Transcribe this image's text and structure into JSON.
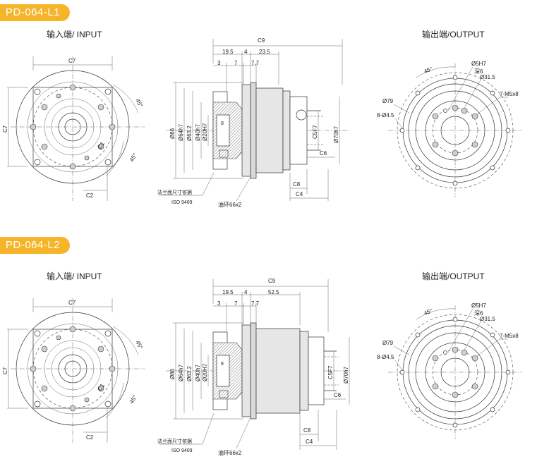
{
  "sections": [
    {
      "model": "PD-064-L1",
      "input_heading": "输入端/ INPUT",
      "output_heading": "输出端/OUTPUT",
      "input_labels": {
        "c7_top": "C7",
        "c7_side": "C7",
        "c2": "C2",
        "c1": "C1",
        "ang_a": "45°",
        "ang_b": "45°"
      },
      "side_labels": {
        "c9": "C9",
        "d1": "19.5",
        "d2": "4",
        "d3": "23.5",
        "d4": "3",
        "d5": "7",
        "d6": "7.7",
        "dia86": "Ø86",
        "dia64": "Ø64h7",
        "dia63": "Ø63.2",
        "dia40": "Ø40h7",
        "dia20": "Ø20H7",
        "key8": "8",
        "c5": "C5F7",
        "dia70": "Ø70h7",
        "c6": "C6",
        "c8": "C8",
        "c4": "C4",
        "note1": "法兰面尺寸依据",
        "note2": "ISO 9409",
        "oil": "油环66x2"
      },
      "output_labels": {
        "ang": "45°",
        "d5h7": "Ø5H7",
        "depth": "深6",
        "d31": "Ø31.5",
        "m5": "7-M5x8",
        "d79": "Ø79",
        "holes": "8-Ø4.5"
      }
    },
    {
      "model": "PD-064-L2",
      "input_heading": "输入端/ INPUT",
      "output_heading": "输出端/OUTPUT",
      "input_labels": {
        "c7_top": "C7",
        "c7_side": "C7",
        "c2": "C2",
        "c1": "C1",
        "ang_a": "45°",
        "ang_b": "45°"
      },
      "side_labels": {
        "c9": "C9",
        "d1": "19.5",
        "d2": "4",
        "d3": "52.5",
        "d4": "3",
        "d5": "7",
        "d6": "7.7",
        "dia86": "Ø86",
        "dia64": "Ø64h7",
        "dia63": "Ø63.2",
        "dia40": "Ø40h7",
        "dia20": "Ø20H7",
        "key8": "8",
        "c5": "C5F7",
        "dia70": "Ø70h7",
        "c6": "C6",
        "c8": "C8",
        "c4": "C4",
        "note1": "法兰面尺寸依据",
        "note2": "ISO 9409",
        "oil": "油环66x2"
      },
      "output_labels": {
        "ang": "45°",
        "d5h7": "Ø5H7",
        "depth": "深6",
        "d31": "Ø31.5",
        "m5": "7-M5x8",
        "d79": "Ø79",
        "holes": "8-Ø4.5"
      }
    }
  ]
}
